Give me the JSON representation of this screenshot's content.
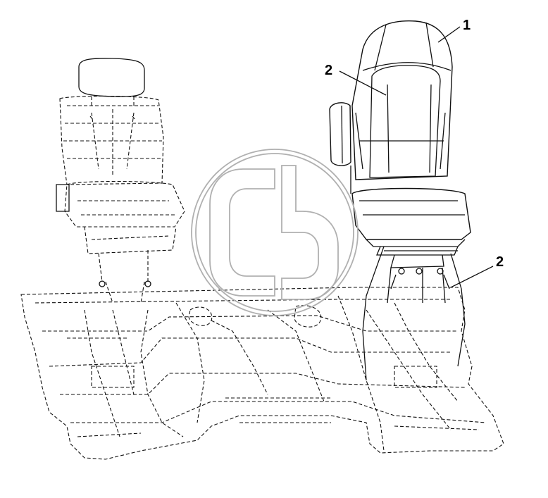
{
  "callouts": [
    {
      "id": "callout-1",
      "label": "1"
    },
    {
      "id": "callout-2-top",
      "label": "2"
    },
    {
      "id": "callout-2-right",
      "label": "2"
    }
  ],
  "watermark": {
    "kind": "logo",
    "color": "#b0b0b0"
  },
  "line_color": "#111111"
}
